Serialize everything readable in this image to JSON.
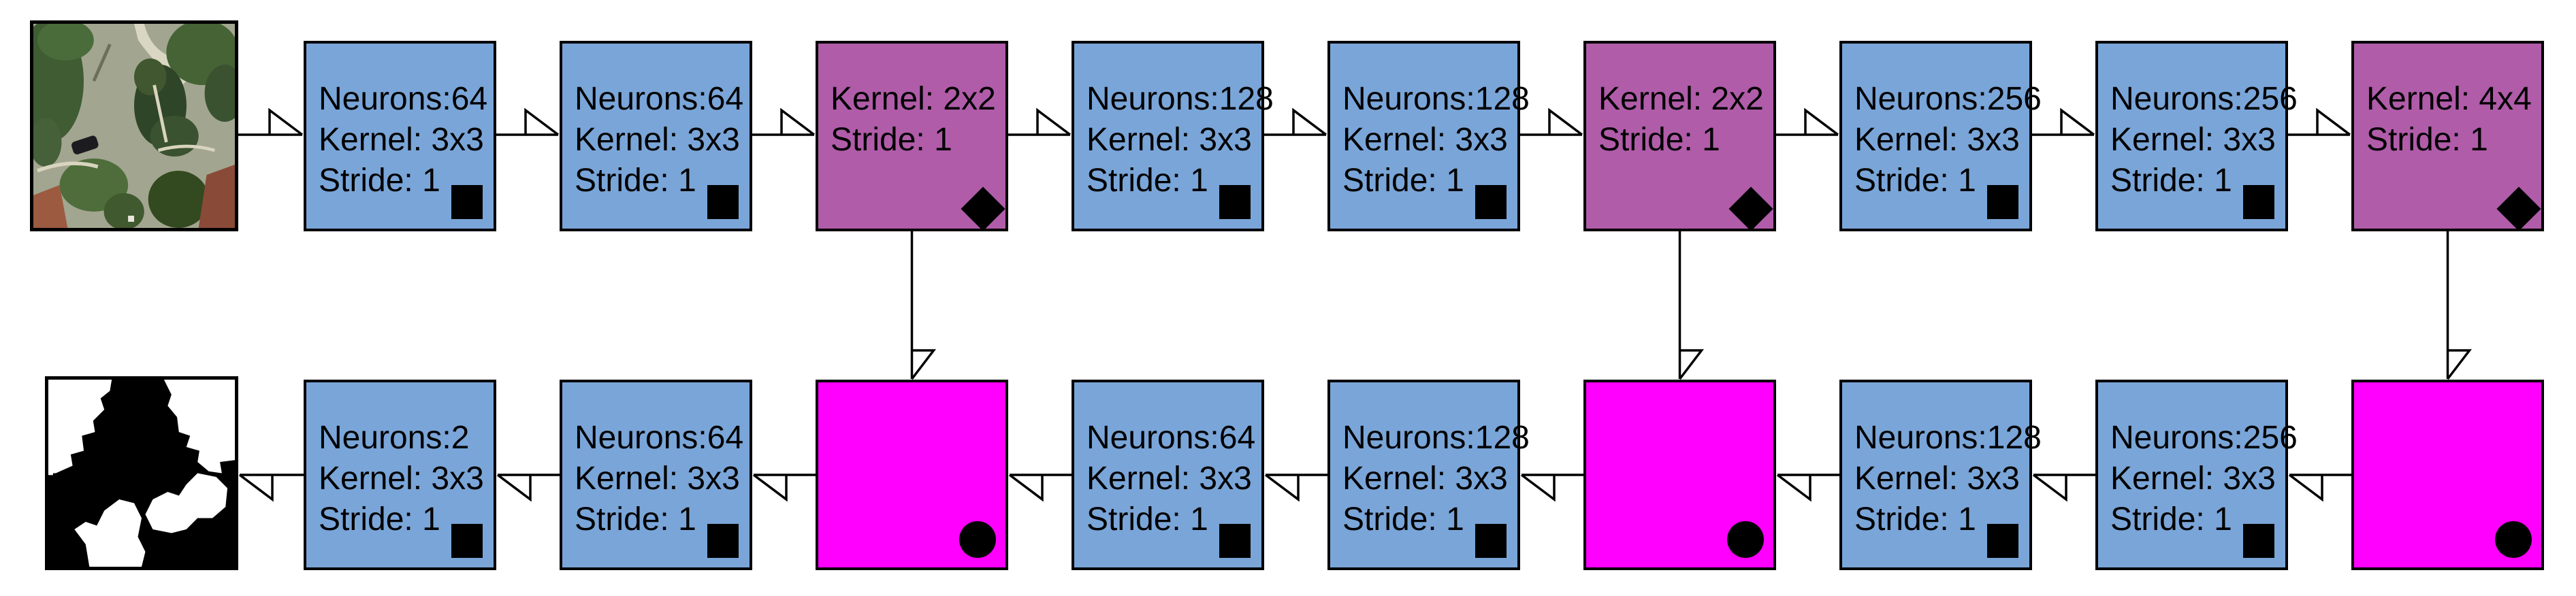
{
  "palette": {
    "conv_fill": "#7AA5D8",
    "pool_fill": "#B05CA9",
    "upsample_fill": "#FF00FF",
    "line_color": "#000000",
    "background": "#FFFFFF"
  },
  "badge_shapes": {
    "conv": "square",
    "pool": "diamond",
    "upsample": "circle"
  },
  "nodes": [
    {
      "id": "input-image",
      "kind": "image",
      "image": "aerial",
      "row": "top",
      "col": -1,
      "lines": []
    },
    {
      "id": "conv-top-1",
      "kind": "conv",
      "row": "top",
      "col": 0,
      "lines": [
        "Neurons:64",
        "Kernel: 3x3",
        "Stride: 1"
      ]
    },
    {
      "id": "conv-top-2",
      "kind": "conv",
      "row": "top",
      "col": 1,
      "lines": [
        "Neurons:64",
        "Kernel: 3x3",
        "Stride: 1"
      ]
    },
    {
      "id": "pool-1",
      "kind": "pool",
      "row": "top",
      "col": 2,
      "lines": [
        "Kernel: 2x2",
        "Stride: 1"
      ]
    },
    {
      "id": "conv-top-3",
      "kind": "conv",
      "row": "top",
      "col": 3,
      "lines": [
        "Neurons:128",
        "Kernel: 3x3",
        "Stride: 1"
      ]
    },
    {
      "id": "conv-top-4",
      "kind": "conv",
      "row": "top",
      "col": 4,
      "lines": [
        "Neurons:128",
        "Kernel: 3x3",
        "Stride: 1"
      ]
    },
    {
      "id": "pool-2",
      "kind": "pool",
      "row": "top",
      "col": 5,
      "lines": [
        "Kernel: 2x2",
        "Stride: 1"
      ]
    },
    {
      "id": "conv-top-5",
      "kind": "conv",
      "row": "top",
      "col": 6,
      "lines": [
        "Neurons:256",
        "Kernel: 3x3",
        "Stride: 1"
      ]
    },
    {
      "id": "conv-top-6",
      "kind": "conv",
      "row": "top",
      "col": 7,
      "lines": [
        "Neurons:256",
        "Kernel: 3x3",
        "Stride: 1"
      ]
    },
    {
      "id": "pool-3",
      "kind": "pool",
      "row": "top",
      "col": 8,
      "lines": [
        "Kernel: 4x4",
        "Stride: 1"
      ]
    },
    {
      "id": "output-mask",
      "kind": "image",
      "image": "mask",
      "row": "bottom",
      "col": -1,
      "lines": []
    },
    {
      "id": "conv-bottom-1",
      "kind": "conv",
      "row": "bottom",
      "col": 0,
      "lines": [
        "Neurons:2",
        "Kernel: 3x3",
        "Stride: 1"
      ]
    },
    {
      "id": "conv-bottom-2",
      "kind": "conv",
      "row": "bottom",
      "col": 1,
      "lines": [
        "Neurons:64",
        "Kernel: 3x3",
        "Stride: 1"
      ]
    },
    {
      "id": "upsample-1",
      "kind": "upsample",
      "row": "bottom",
      "col": 2,
      "lines": []
    },
    {
      "id": "conv-bottom-3",
      "kind": "conv",
      "row": "bottom",
      "col": 3,
      "lines": [
        "Neurons:64",
        "Kernel: 3x3",
        "Stride: 1"
      ]
    },
    {
      "id": "conv-bottom-4",
      "kind": "conv",
      "row": "bottom",
      "col": 4,
      "lines": [
        "Neurons:128",
        "Kernel: 3x3",
        "Stride: 1"
      ]
    },
    {
      "id": "upsample-2",
      "kind": "upsample",
      "row": "bottom",
      "col": 5,
      "lines": []
    },
    {
      "id": "conv-bottom-5",
      "kind": "conv",
      "row": "bottom",
      "col": 6,
      "lines": [
        "Neurons:128",
        "Kernel: 3x3",
        "Stride: 1"
      ]
    },
    {
      "id": "conv-bottom-6",
      "kind": "conv",
      "row": "bottom",
      "col": 7,
      "lines": [
        "Neurons:256",
        "Kernel: 3x3",
        "Stride: 1"
      ]
    },
    {
      "id": "upsample-3",
      "kind": "upsample",
      "row": "bottom",
      "col": 8,
      "lines": []
    }
  ],
  "edges": [
    {
      "from": "input-image",
      "to": "conv-top-1",
      "dir": "right"
    },
    {
      "from": "conv-top-1",
      "to": "conv-top-2",
      "dir": "right"
    },
    {
      "from": "conv-top-2",
      "to": "pool-1",
      "dir": "right"
    },
    {
      "from": "pool-1",
      "to": "conv-top-3",
      "dir": "right"
    },
    {
      "from": "conv-top-3",
      "to": "conv-top-4",
      "dir": "right"
    },
    {
      "from": "conv-top-4",
      "to": "pool-2",
      "dir": "right"
    },
    {
      "from": "pool-2",
      "to": "conv-top-5",
      "dir": "right"
    },
    {
      "from": "conv-top-5",
      "to": "conv-top-6",
      "dir": "right"
    },
    {
      "from": "conv-top-6",
      "to": "pool-3",
      "dir": "right"
    },
    {
      "from": "pool-1",
      "to": "upsample-1",
      "dir": "down"
    },
    {
      "from": "pool-2",
      "to": "upsample-2",
      "dir": "down"
    },
    {
      "from": "pool-3",
      "to": "upsample-3",
      "dir": "down"
    },
    {
      "from": "upsample-3",
      "to": "conv-bottom-6",
      "dir": "left"
    },
    {
      "from": "conv-bottom-6",
      "to": "conv-bottom-5",
      "dir": "left"
    },
    {
      "from": "conv-bottom-5",
      "to": "upsample-2",
      "dir": "left"
    },
    {
      "from": "upsample-2",
      "to": "conv-bottom-4",
      "dir": "left"
    },
    {
      "from": "conv-bottom-4",
      "to": "conv-bottom-3",
      "dir": "left"
    },
    {
      "from": "conv-bottom-3",
      "to": "upsample-1",
      "dir": "left"
    },
    {
      "from": "upsample-1",
      "to": "conv-bottom-2",
      "dir": "left"
    },
    {
      "from": "conv-bottom-2",
      "to": "conv-bottom-1",
      "dir": "left"
    },
    {
      "from": "conv-bottom-1",
      "to": "output-mask",
      "dir": "left"
    }
  ]
}
